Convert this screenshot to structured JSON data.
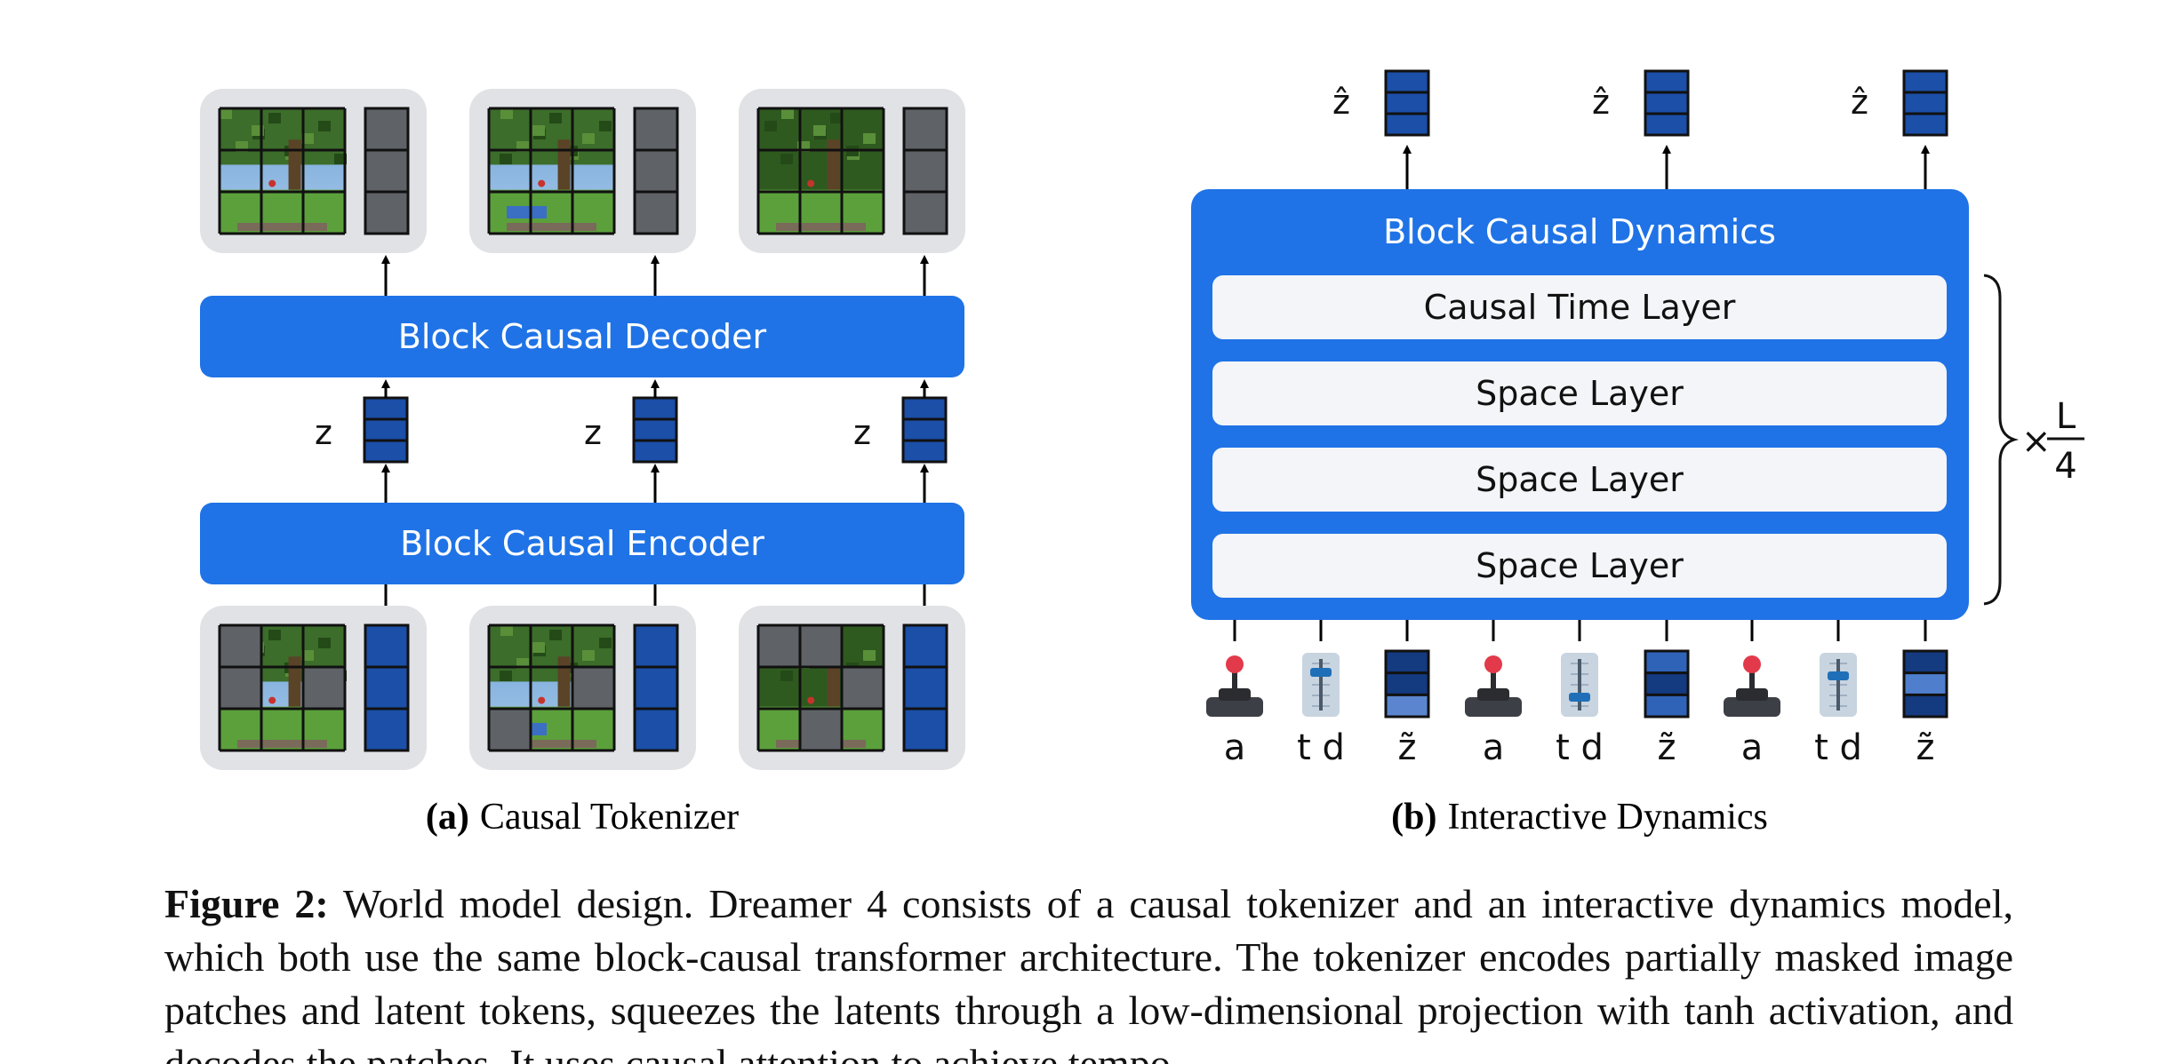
{
  "panel_a": {
    "encoder_label": "Block Causal Encoder",
    "decoder_label": "Block Causal Decoder",
    "latent_label": "z",
    "caption_tag": "(a)",
    "caption_text": "Causal Tokenizer"
  },
  "panel_b": {
    "dynamics_label": "Block Causal Dynamics",
    "layers": [
      "Causal Time Layer",
      "Space Layer",
      "Space Layer",
      "Space Layer"
    ],
    "output_label": "ẑ",
    "repeat_times": "×",
    "repeat_num": "L",
    "repeat_den": "4",
    "input_labels": [
      "a",
      "t d",
      "z̃",
      "a",
      "t d",
      "z̃",
      "a",
      "t d",
      "z̃"
    ],
    "caption_tag": "(b)",
    "caption_text": "Interactive Dynamics"
  },
  "figure_caption": {
    "label": "Figure 2:",
    "text": "World model design. Dreamer 4 consists of a causal tokenizer and an interactive dynamics model, which both use the same block-causal transformer architecture. The tokenizer encodes partially masked image patches and latent tokens, squeezes the latents through a low-dimensional projection with tanh activation, and decodes the patches. It uses causal attention to achieve tempo-"
  },
  "colors": {
    "block_blue": "#1f73e6",
    "token_blue": "#1b4fa8",
    "token_dark": "#143a80",
    "mask_gray": "#5f6368",
    "tile_bg": "#e1e2e6",
    "layer_bg": "#f3f5f8"
  },
  "icons": [
    "joystick-icon",
    "slider-icon",
    "minecraft-frame-image"
  ]
}
